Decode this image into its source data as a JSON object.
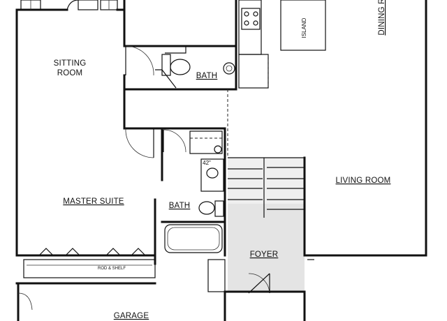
{
  "rooms": {
    "sitting_line1": "SITTING",
    "sitting_line2": "ROOM",
    "bath_upper": "BATH",
    "island": "ISLAND",
    "dining": "DINING R",
    "living": "LIVING ROOM",
    "master": "MASTER SUITE",
    "bath_lower": "BATH",
    "foyer": "FOYER",
    "garage": "GARAGE"
  },
  "annotations": {
    "shower_size": "42\"",
    "rod_shelf": "ROD & SHELF"
  }
}
